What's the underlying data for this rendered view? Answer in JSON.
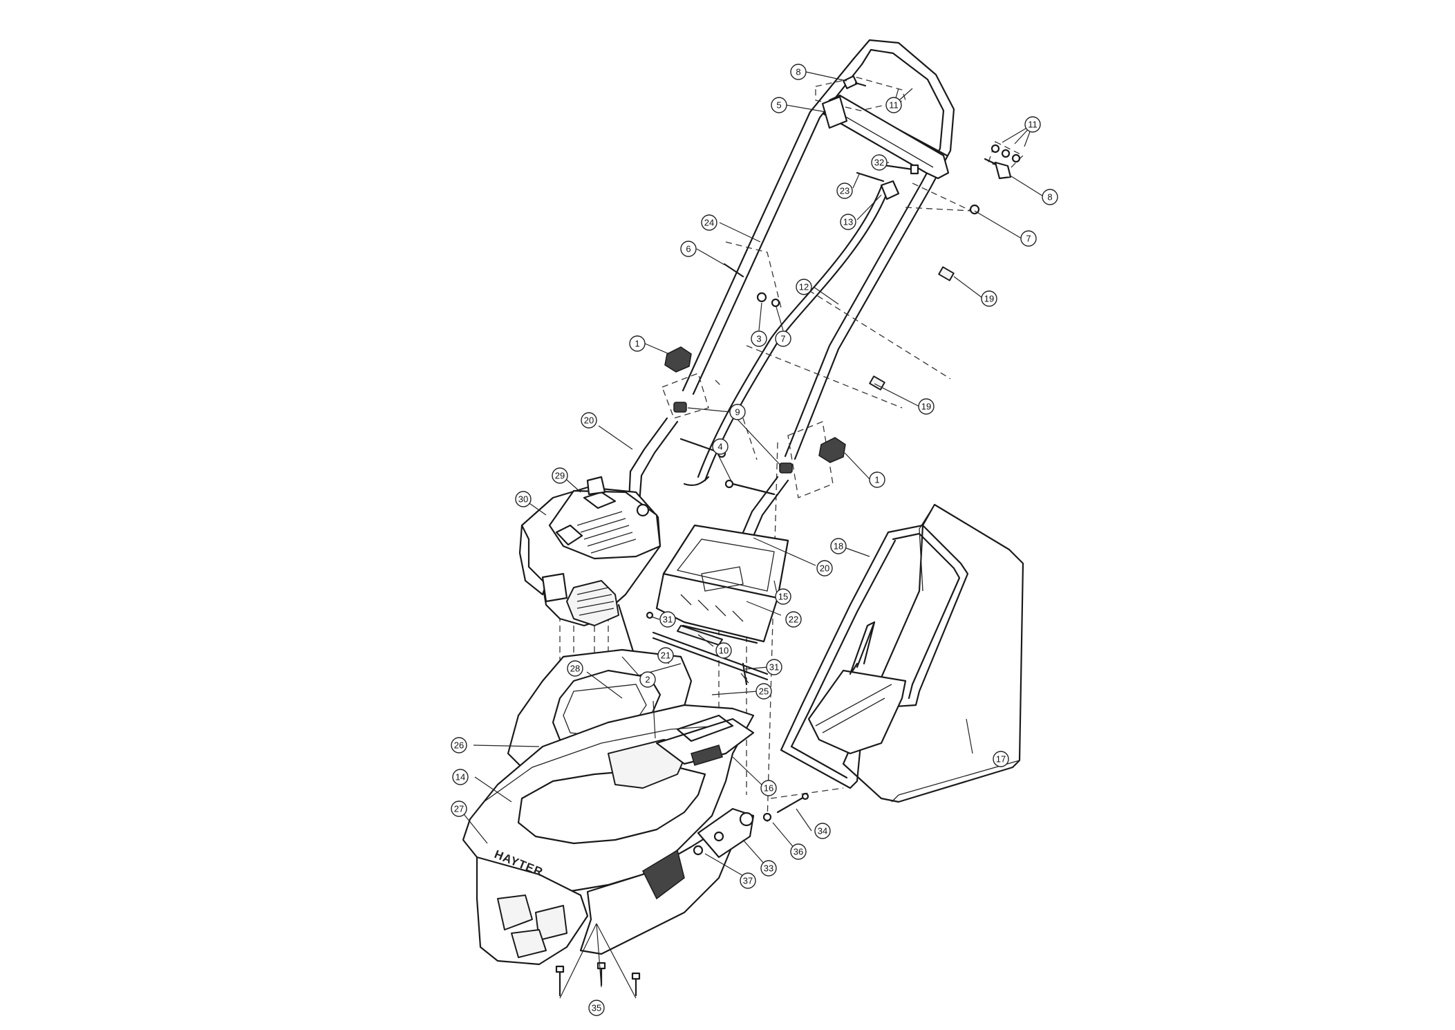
{
  "diagram": {
    "brand_label": "HAYTER",
    "callouts": [
      {
        "id": "c8a",
        "label": "8"
      },
      {
        "id": "c11a",
        "label": "11"
      },
      {
        "id": "c5",
        "label": "5"
      },
      {
        "id": "c11b",
        "label": "11"
      },
      {
        "id": "c32",
        "label": "32"
      },
      {
        "id": "c8b",
        "label": "8"
      },
      {
        "id": "c23",
        "label": "23"
      },
      {
        "id": "c13",
        "label": "13"
      },
      {
        "id": "c7a",
        "label": "7"
      },
      {
        "id": "c24",
        "label": "24"
      },
      {
        "id": "c6",
        "label": "6"
      },
      {
        "id": "c12",
        "label": "12"
      },
      {
        "id": "c19a",
        "label": "19"
      },
      {
        "id": "c3",
        "label": "3"
      },
      {
        "id": "c7b",
        "label": "7"
      },
      {
        "id": "c1a",
        "label": "1"
      },
      {
        "id": "c19b",
        "label": "19"
      },
      {
        "id": "c9",
        "label": "9"
      },
      {
        "id": "c20a",
        "label": "20"
      },
      {
        "id": "c4",
        "label": "4"
      },
      {
        "id": "c1b",
        "label": "1"
      },
      {
        "id": "c29",
        "label": "29"
      },
      {
        "id": "c30",
        "label": "30"
      },
      {
        "id": "c18",
        "label": "18"
      },
      {
        "id": "c20b",
        "label": "20"
      },
      {
        "id": "c15",
        "label": "15"
      },
      {
        "id": "c22",
        "label": "22"
      },
      {
        "id": "c31a",
        "label": "31"
      },
      {
        "id": "c10",
        "label": "10"
      },
      {
        "id": "c21",
        "label": "21"
      },
      {
        "id": "c31b",
        "label": "31"
      },
      {
        "id": "c28",
        "label": "28"
      },
      {
        "id": "c2",
        "label": "2"
      },
      {
        "id": "c25",
        "label": "25"
      },
      {
        "id": "c26",
        "label": "26"
      },
      {
        "id": "c17",
        "label": "17"
      },
      {
        "id": "c16",
        "label": "16"
      },
      {
        "id": "c14",
        "label": "14"
      },
      {
        "id": "c34",
        "label": "34"
      },
      {
        "id": "c27",
        "label": "27"
      },
      {
        "id": "c36",
        "label": "36"
      },
      {
        "id": "c33",
        "label": "33"
      },
      {
        "id": "c37",
        "label": "37"
      },
      {
        "id": "c35",
        "label": "35"
      }
    ]
  }
}
